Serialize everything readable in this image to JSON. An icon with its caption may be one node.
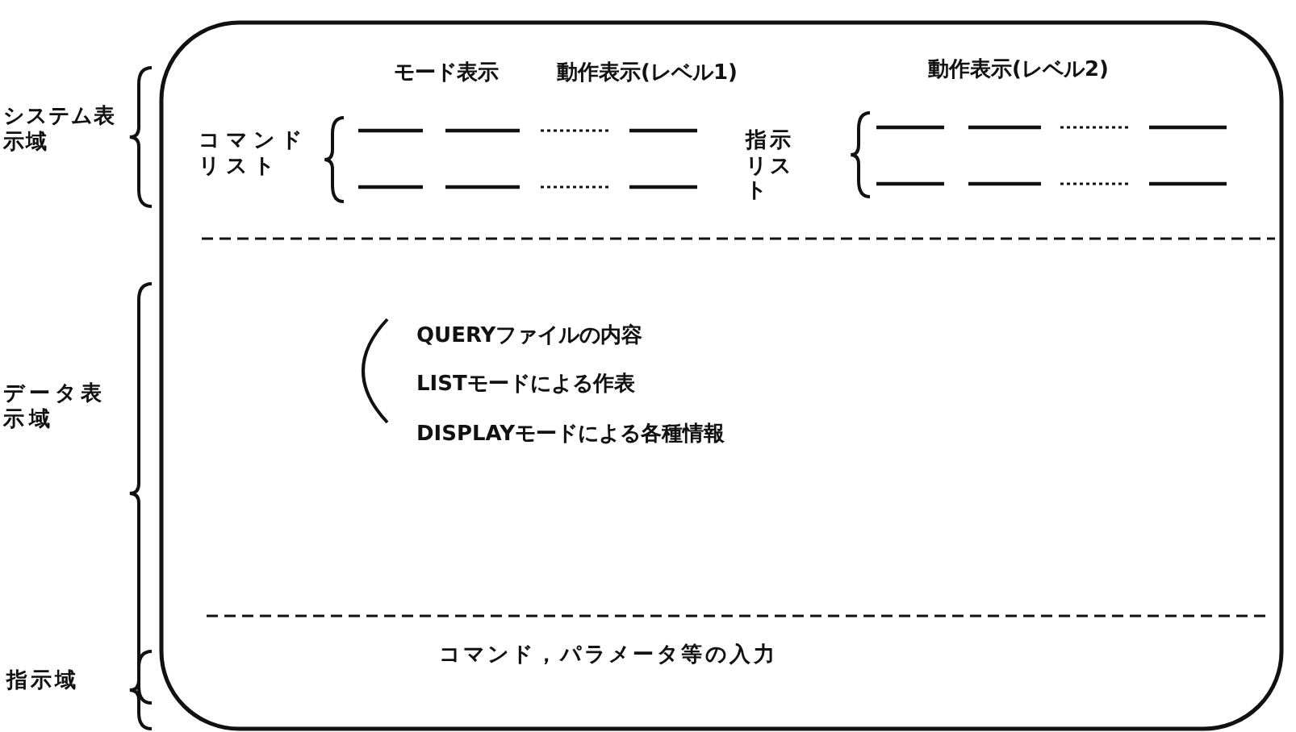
{
  "diagram": {
    "labels": [
      "モード表示",
      "動作表示(レベル1)",
      "動作表示(レベル2)",
      "システム表示域",
      "コマンドリスト",
      "指示リスト",
      "データ表示域",
      "QUERYファイルの内容",
      "LISTモードによる作表",
      "DISPLAYモードによる各種情報",
      "指示域",
      "コマンド，パラメータ等の入力"
    ]
  }
}
